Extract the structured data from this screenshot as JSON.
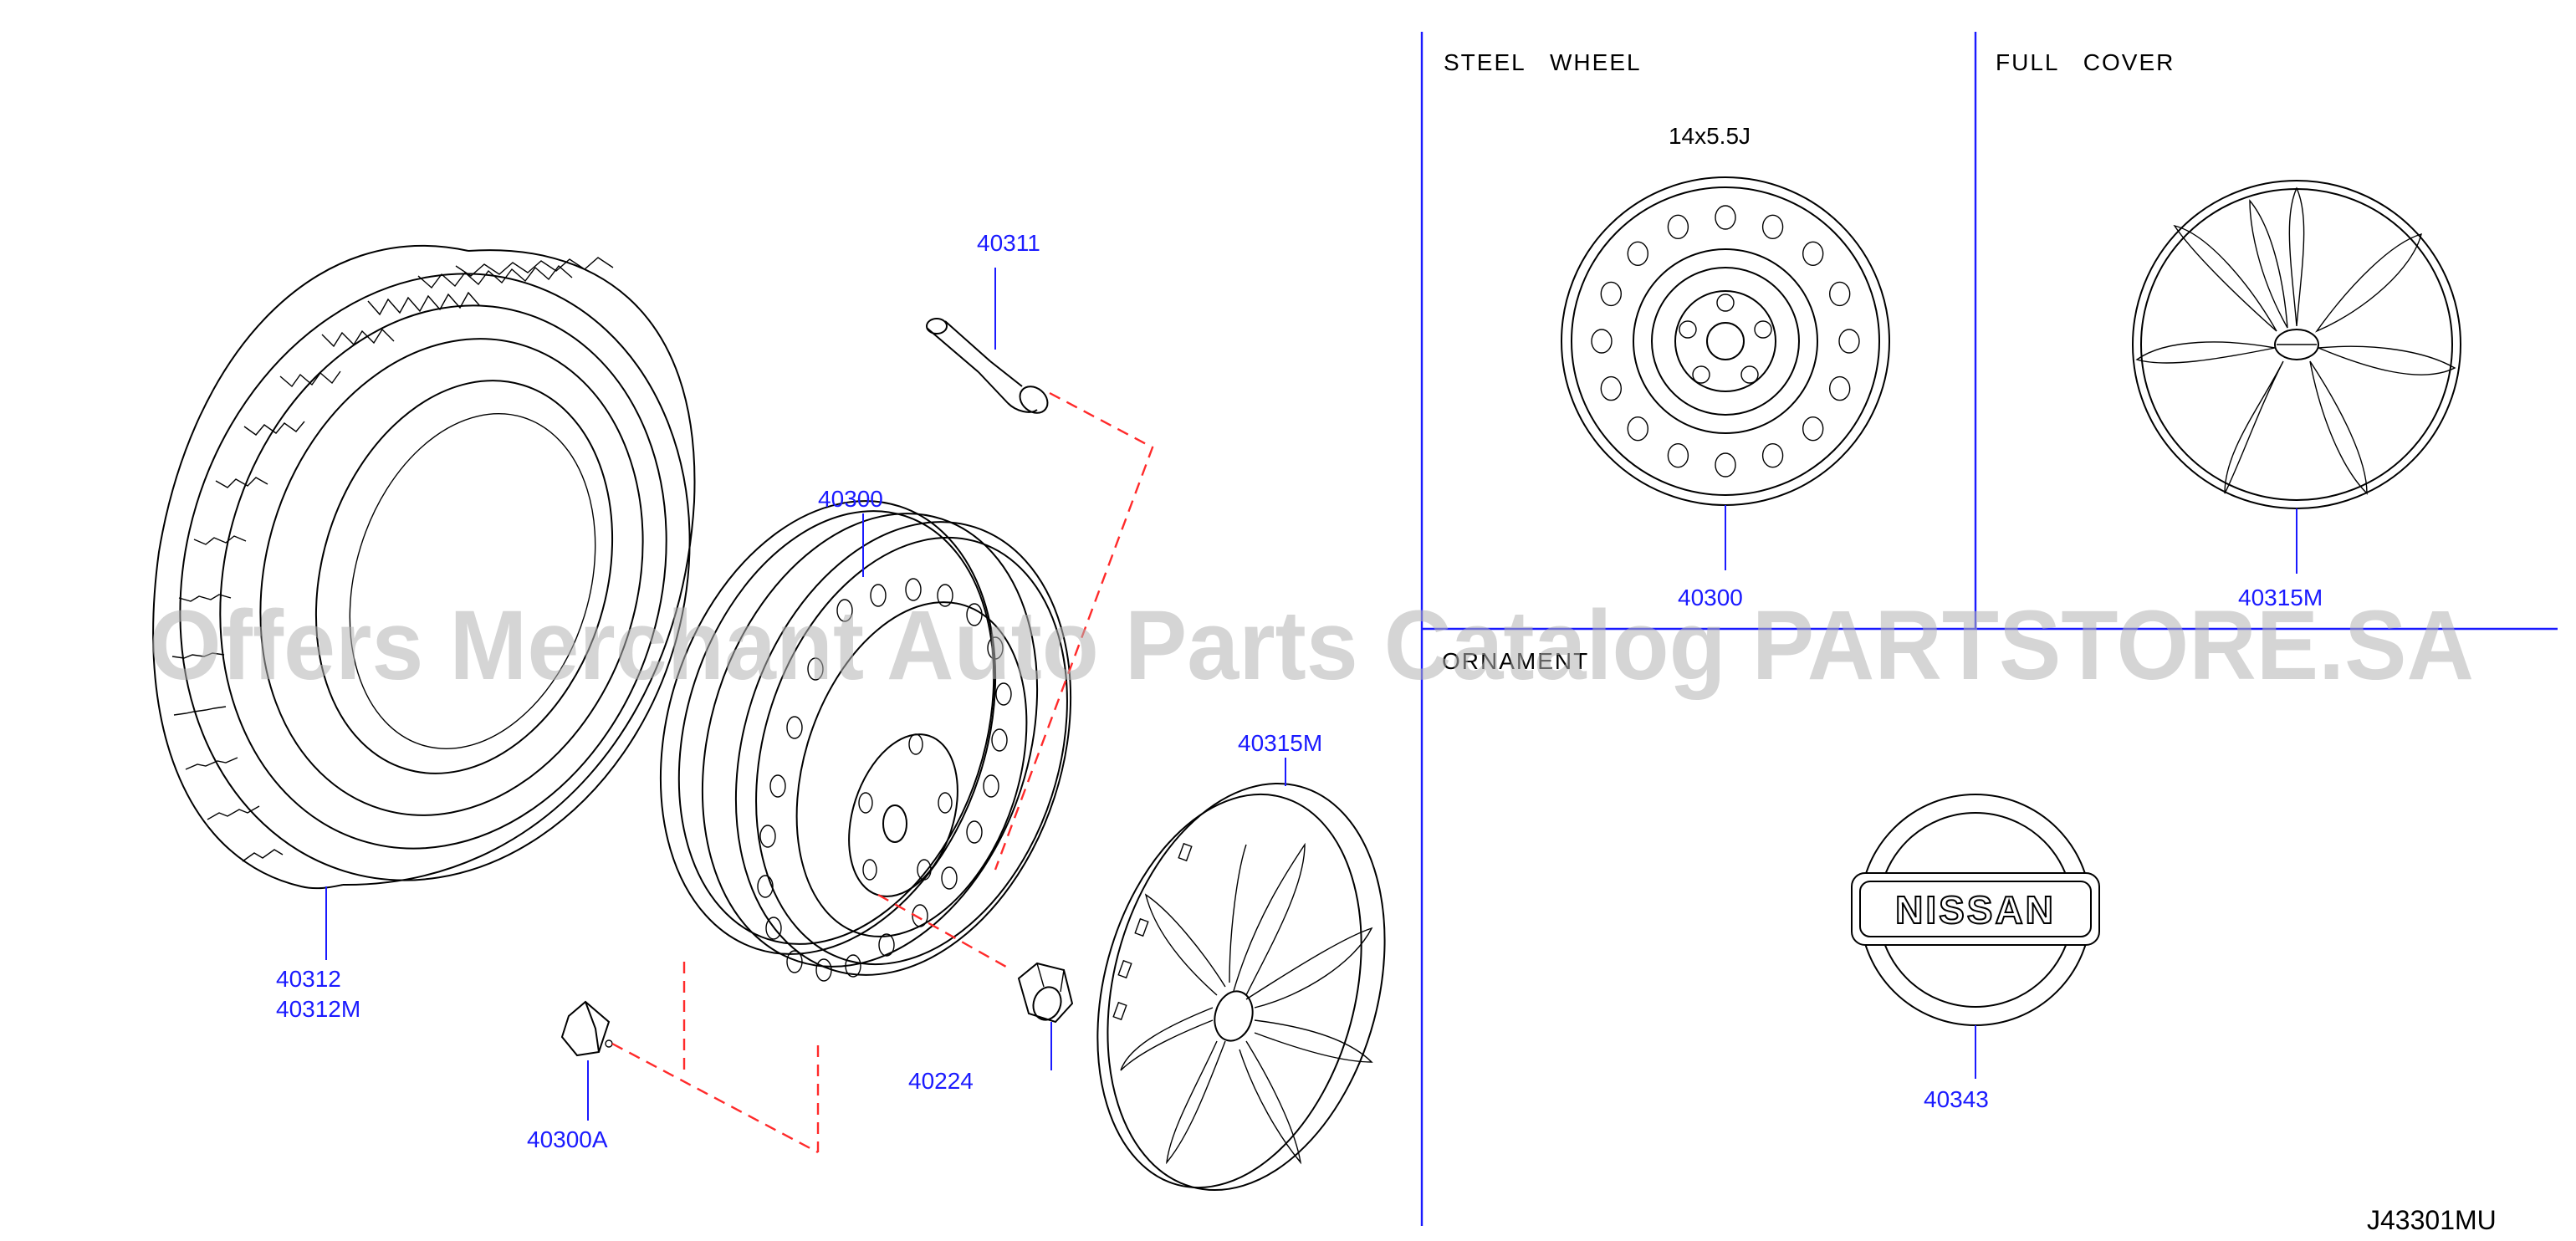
{
  "sections": {
    "steel_wheel": "STEEL   WHEEL",
    "full_cover": "FULL   COVER",
    "ornament": "ORNAMENT"
  },
  "wheel_size": "14x5.5J",
  "callouts": {
    "valve": "40311",
    "wheel": "40300",
    "tire_line1": "40312",
    "tire_line2": "40312M",
    "sensor": "40300A",
    "nut": "40224",
    "cover": "40315M",
    "steel_wheel_detail": "40300",
    "full_cover_detail": "40315M",
    "ornament_detail": "40343"
  },
  "ornament_text": "NISSAN",
  "diagram_code": "J43301MU",
  "watermark": "Offers Merchant Auto Parts Catalog PARTSTORE.SA",
  "colors": {
    "callout": "#1a1aff",
    "hidden_line": "#ff2a2a",
    "divider": "#1a1aff",
    "line_art": "#000000"
  }
}
